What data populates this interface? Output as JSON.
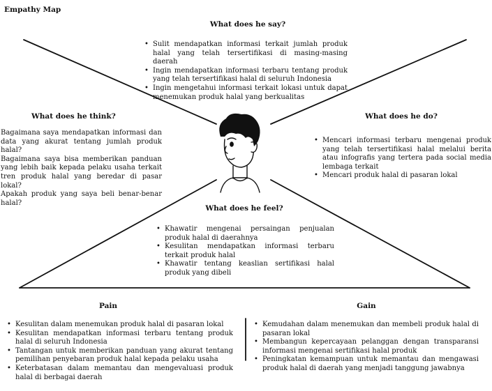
{
  "title": "Empathy Map",
  "say": {
    "heading": "What does he say?",
    "items": [
      "Sulit mendapatkan informasi terkait jumlah produk halal yang telah tersertifikasi di masing-masing daerah",
      "Ingin mendapatkan informasi terbaru tentang produk yang telah tersertifikasi halal di seluruh Indonesia",
      "Ingin mengetahui informasi terkait lokasi untuk dapat menemukan produk halal yang berkualitas"
    ]
  },
  "think": {
    "heading": "What does he think?",
    "items": [
      "Bagaimana saya mendapatkan informasi dan data yang akurat tentang jumlah produk halal?",
      "Bagaimana saya bisa memberikan panduan yang lebih baik kepada pelaku usaha terkait tren produk halal yang beredar di pasar lokal?",
      "Apakah produk yang saya beli benar-benar halal?"
    ]
  },
  "do": {
    "heading": "What does he do?",
    "items": [
      "Mencari informasi terbaru mengenai produk yang telah tersertifikasi halal melalui berita atau infografis yang tertera pada social media lembaga terkait",
      "Mencari produk halal di pasaran lokal"
    ]
  },
  "feel": {
    "heading": "What does he feel?",
    "items": [
      "Khawatir mengenai persaingan penjualan produk halal di daerahnya",
      "Kesulitan mendapatkan informasi terbaru terkait produk halal",
      "Khawatir tentang keaslian sertifikasi halal produk yang dibeli"
    ]
  },
  "pain": {
    "heading": "Pain",
    "items": [
      "Kesulitan dalam menemukan produk halal di pasaran lokal",
      "Kesulitan mendapatkan informasi terbaru tentang produk halal di seluruh Indonesia",
      "Tantangan untuk memberikan panduan yang akurat tentang pemilihan penyebaran produk halal kepada pelaku usaha",
      "Keterbatasan dalam memantau dan mengevaluasi produk halal di berbagai daerah"
    ]
  },
  "gain": {
    "heading": "Gain",
    "items": [
      "Kemudahan dalam menemukan dan membeli produk halal di pasaran lokal",
      "Membangun kepercayaan pelanggan dengan transparansi informasi mengenai sertifikasi halal produk",
      "Peningkatan kemampuan untuk memantau dan mengawasi produk halal di daerah yang menjadi tanggung jawabnya"
    ]
  },
  "persona_icon": "person-face-icon"
}
